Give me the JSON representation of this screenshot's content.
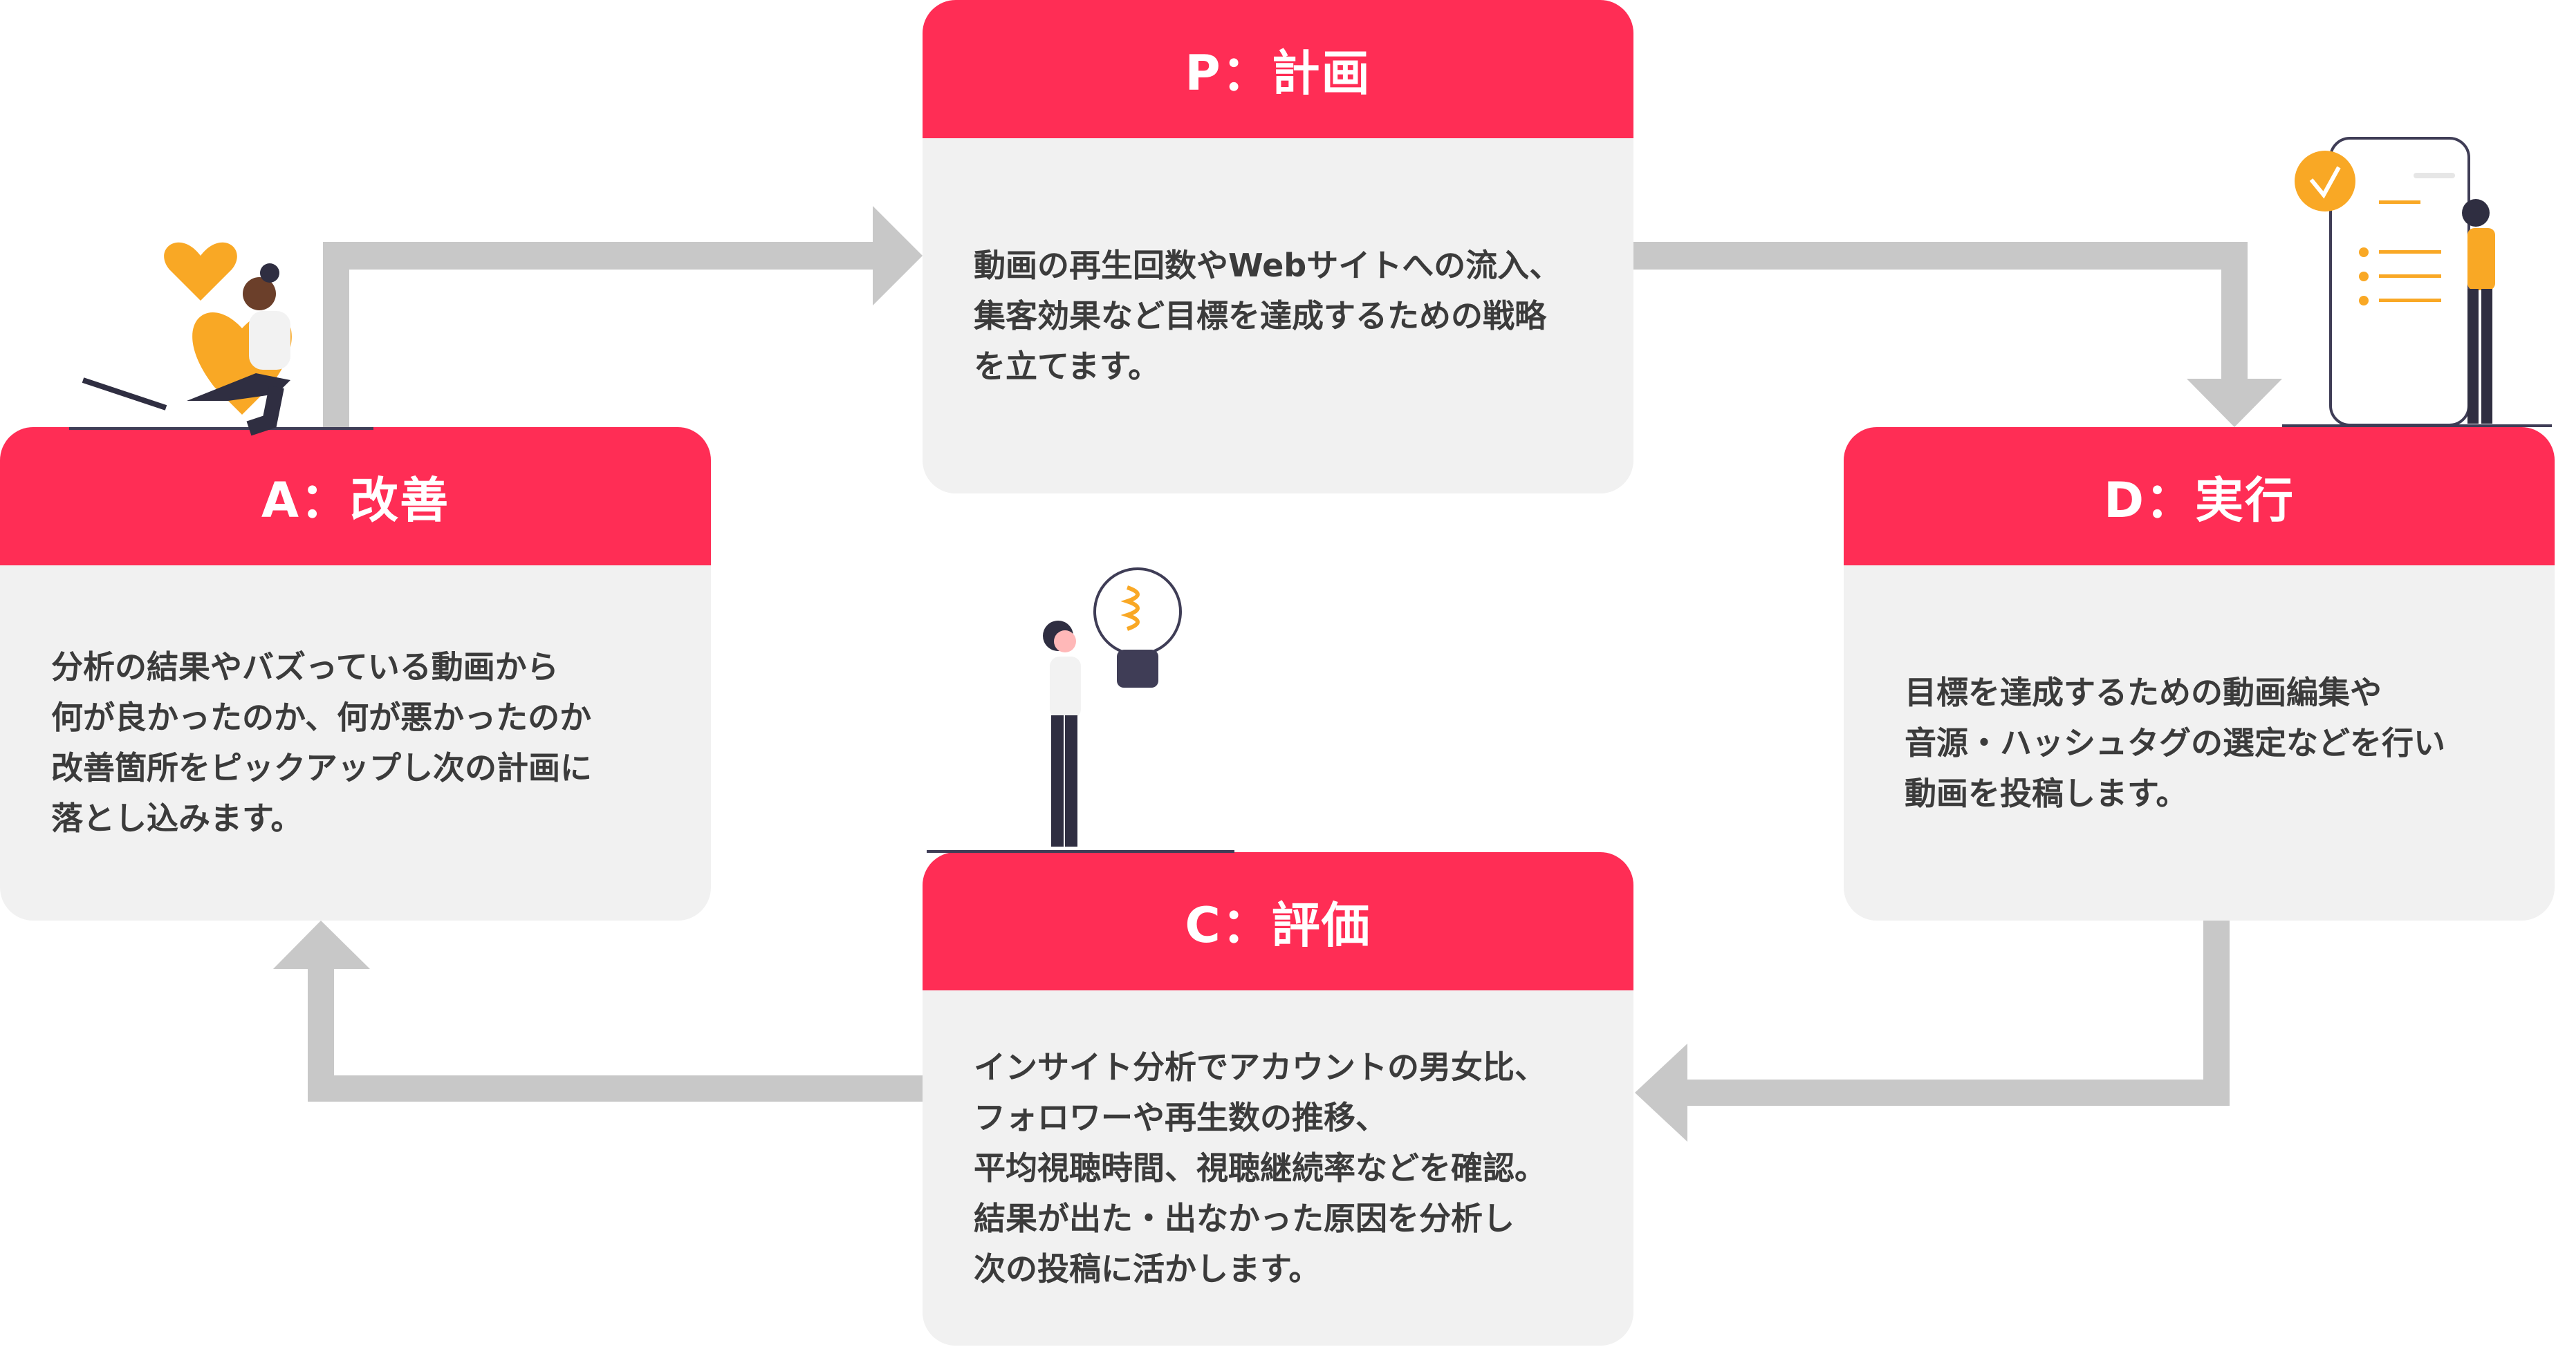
{
  "colors": {
    "header": "#ff2d55",
    "card": "#f1f1f1",
    "arrow": "#c8c8c8",
    "text": "#3b3b3b",
    "accent": "#f9a825"
  },
  "cards": {
    "plan": {
      "title": "P：計画",
      "body": "動画の再生回数やWebサイトへの流入、\n集客効果など目標を達成するための戦略\nを立てます。"
    },
    "do": {
      "title": "D：実行",
      "body": "目標を達成するための動画編集や\n音源・ハッシュタグの選定などを行い\n動画を投稿します。"
    },
    "check": {
      "title": "C：評価",
      "body": "インサイト分析でアカウントの男女比、\nフォロワーや再生数の推移、\n平均視聴時間、視聴継続率などを確認。\n結果が出た・出なかった原因を分析し\n次の投稿に活かします。"
    },
    "act": {
      "title": "A：改善",
      "body": "分析の結果やバズっている動画から\n何が良かったのか、何が悪かったのか\n改善箇所をピックアップし次の計画に\n落とし込みます。"
    }
  },
  "icons": [
    "heart-person-illustration",
    "lightbulb-person-illustration",
    "phone-checklist-person-illustration"
  ]
}
